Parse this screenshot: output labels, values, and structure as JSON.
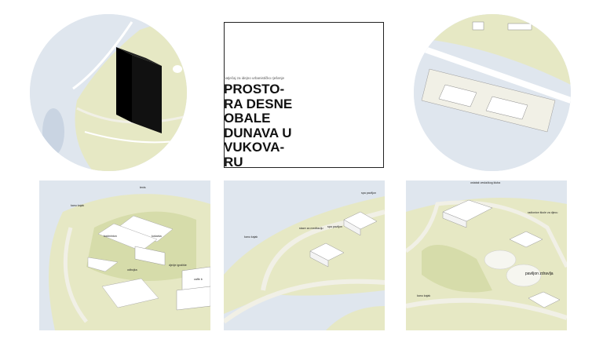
{
  "title_block": {
    "subtitle": "natječaj za idejno urbanističko rješenje",
    "title": "PROSTO-\nRA DESNE\nOBALE\nDUNAVA U\nVUKOVA-\nRU"
  },
  "panels": {
    "sports": {
      "labels": [
        "tenis",
        "kanu kajak",
        "badminton",
        "košarka",
        "odbojka",
        "dječje igralište",
        "caffe b"
      ]
    },
    "spa": {
      "labels": [
        "spa paviljon",
        "staze za meditaciju",
        "spa paviljon",
        "kanu kajak"
      ]
    },
    "club": {
      "labels": [
        "ostatak veslačkog kluba",
        "radionice škole za djecu",
        "paviljon zdravlja",
        "kanu kajak"
      ]
    }
  },
  "colors": {
    "water": "#dfe6ee",
    "grass": "#e6e8c4",
    "grass_dark": "#d6dcaa",
    "path": "#f1f0e6",
    "building": "#ffffff",
    "tower": "#000000"
  }
}
